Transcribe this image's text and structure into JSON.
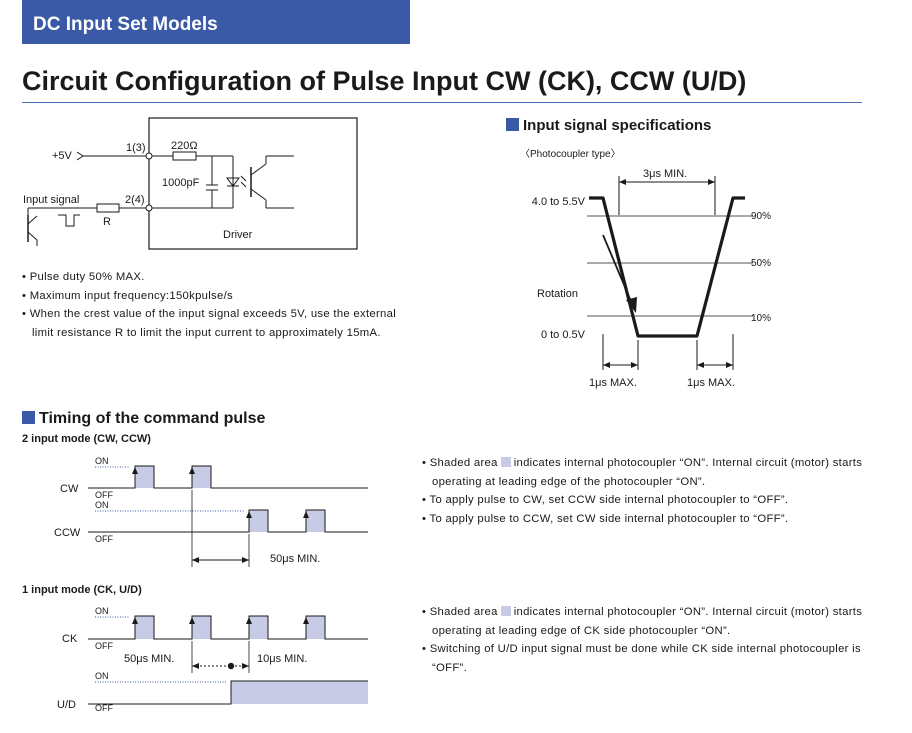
{
  "header": {
    "band": "DC Input Set Models",
    "title": "Circuit Configuration of Pulse Input CW (CK), CCW (U/D)"
  },
  "circuit": {
    "plus5v": "+5V",
    "pin1": "1(3)",
    "pin2": "2(4)",
    "input_signal": "Input signal",
    "r": "R",
    "res": "220Ω",
    "cap": "1000pF",
    "driver": "Driver"
  },
  "notes": [
    "Pulse duty 50% MAX.",
    "Maximum input frequency:150kpulse/s",
    "When the crest value of the input signal exceeds 5V, use the external limit resistance R to limit the input current to approximately 15mA."
  ],
  "spec": {
    "heading": "Input signal specifications",
    "type": "〈Photocoupler type〉",
    "min3": "3μs MIN.",
    "high": "4.0 to 5.5V",
    "low": "0 to 0.5V",
    "rotation": "Rotation",
    "p90": "90%",
    "p50": "50%",
    "p10": "10%",
    "max1a": "1μs MAX.",
    "max1b": "1μs MAX."
  },
  "timing": {
    "heading": "Timing of the command pulse",
    "mode2": "2 input mode (CW, CCW)",
    "mode1": "1 input mode (CK, U/D)",
    "cw": "CW",
    "ccw": "CCW",
    "ck": "CK",
    "ud": "U/D",
    "on": "ON",
    "off": "OFF",
    "min50": "50μs MIN.",
    "min10": "10μs MIN.",
    "notes2": {
      "shaded_pre": "Shaded area",
      "shaded_post": "indicates internal photocoupler “ON”. Internal circuit (motor) starts operating at leading edge of the photocoupler “ON”.",
      "cw": "To apply pulse to CW, set CCW side internal photocoupler to “OFF”.",
      "ccw": "To apply pulse to CCW, set CW side internal photocoupler to “OFF”."
    },
    "notes1": {
      "shaded_pre": "Shaded area",
      "shaded_post": "indicates internal photocoupler “ON”. Internal circuit (motor) starts operating at leading edge of CK side photocoupler “ON”.",
      "ud": "Switching of U/D input signal must be done while CK side internal photocoupler is “OFF”."
    }
  },
  "colors": {
    "brand": "#3a5aa8",
    "shade": "#c8cbe6",
    "dotted": "#3a5aa8"
  }
}
